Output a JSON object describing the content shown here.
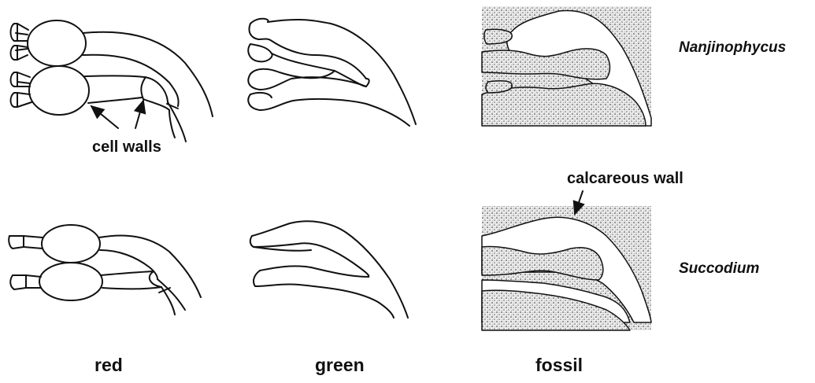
{
  "columns": {
    "red": "red",
    "green": "green",
    "fossil": "fossil"
  },
  "annotations": {
    "cell_walls": "cell walls",
    "calcareous_wall": "calcareous wall"
  },
  "taxa": {
    "top": "Nanjinophycus",
    "bottom": "Succodium"
  },
  "colors": {
    "ink": "#111111",
    "stipple": "#e6e6e6",
    "background": "#ffffff"
  }
}
